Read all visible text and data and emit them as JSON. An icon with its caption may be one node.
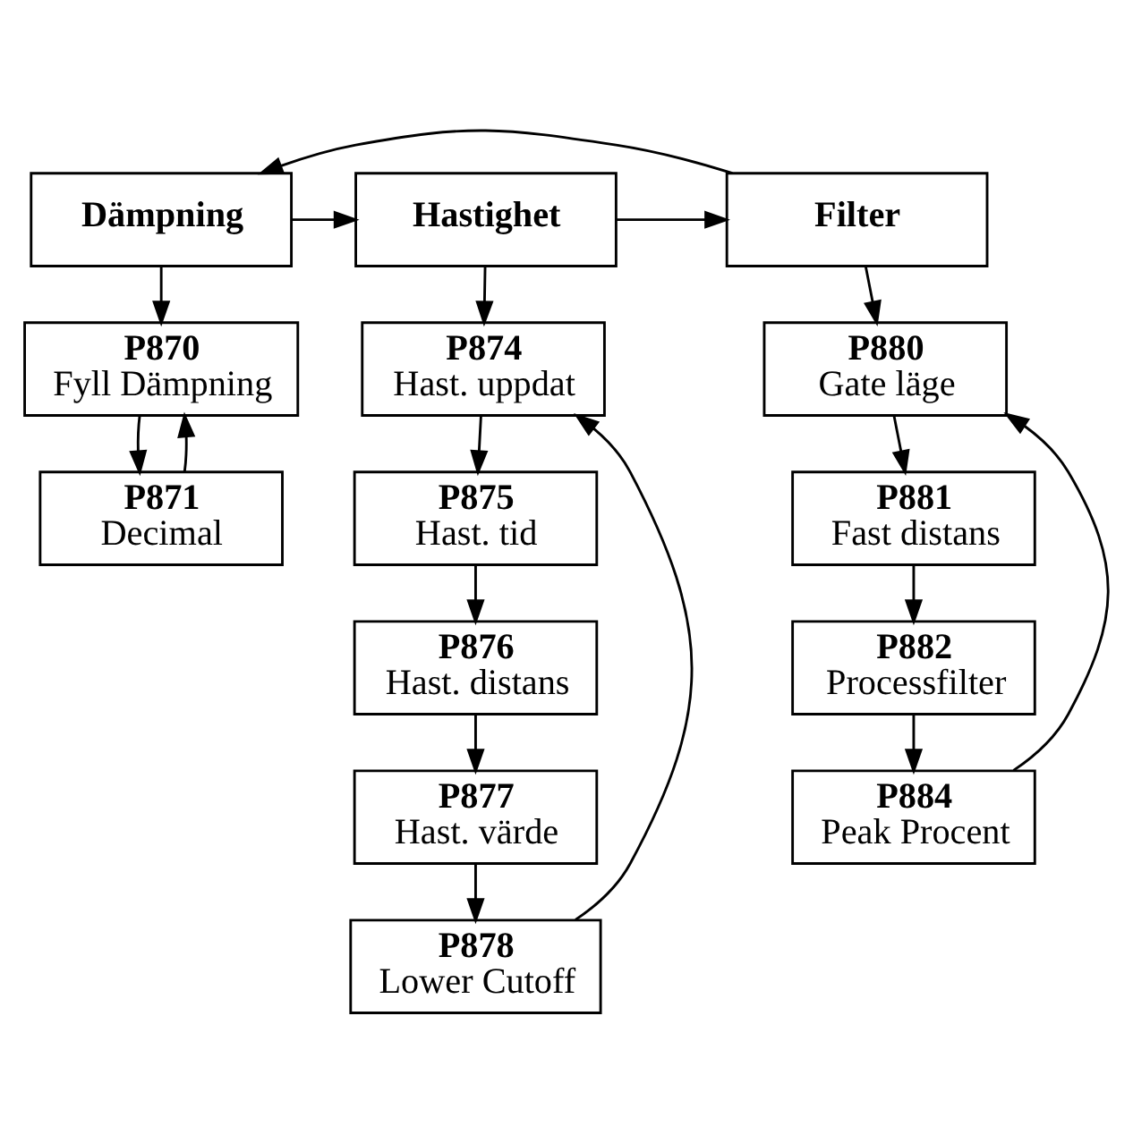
{
  "diagram": {
    "nodes": [
      {
        "text": [
          "Dämpning"
        ]
      },
      {
        "text": [
          "Hastighet"
        ]
      },
      {
        "text": [
          "Filter"
        ]
      },
      {
        "text": [
          "P870",
          "Fyll Dämpning"
        ]
      },
      {
        "text": [
          "P871",
          "Decimal"
        ]
      },
      {
        "text": [
          "P874",
          "Hast. uppdat"
        ]
      },
      {
        "text": [
          "P875",
          "Hast. tid"
        ]
      },
      {
        "text": [
          "P876",
          "Hast. distans"
        ]
      },
      {
        "text": [
          "P877",
          "Hast. värde"
        ]
      },
      {
        "text": [
          "P878",
          "Lower Cutoff"
        ]
      },
      {
        "text": [
          "P880",
          "Gate läge"
        ]
      },
      {
        "text": [
          "P881",
          "Fast distans"
        ]
      },
      {
        "text": [
          "P882",
          "Processfilter"
        ]
      },
      {
        "text": [
          "P884",
          "Peak Procent"
        ]
      }
    ],
    "edges": [
      {
        "from": 0,
        "to": 1,
        "arrow": "to"
      },
      {
        "from": 1,
        "to": 2,
        "arrow": "to"
      },
      {
        "from": 2,
        "to": 0,
        "arrow": "to"
      },
      {
        "from": 0,
        "to": 3,
        "arrow": "to"
      },
      {
        "from": 3,
        "to": 4,
        "arrow": "to"
      },
      {
        "from": 4,
        "to": 3,
        "arrow": "to"
      },
      {
        "from": 1,
        "to": 5,
        "arrow": "to"
      },
      {
        "from": 5,
        "to": 6,
        "arrow": "to"
      },
      {
        "from": 6,
        "to": 7,
        "arrow": "to"
      },
      {
        "from": 7,
        "to": 8,
        "arrow": "to"
      },
      {
        "from": 8,
        "to": 9,
        "arrow": "to"
      },
      {
        "from": 9,
        "to": 5,
        "arrow": "to"
      },
      {
        "from": 2,
        "to": 10,
        "arrow": "to"
      },
      {
        "from": 10,
        "to": 11,
        "arrow": "to"
      },
      {
        "from": 11,
        "to": 12,
        "arrow": "to"
      },
      {
        "from": 12,
        "to": 13,
        "arrow": "to"
      },
      {
        "from": 13,
        "to": 10,
        "arrow": "to"
      }
    ]
  }
}
